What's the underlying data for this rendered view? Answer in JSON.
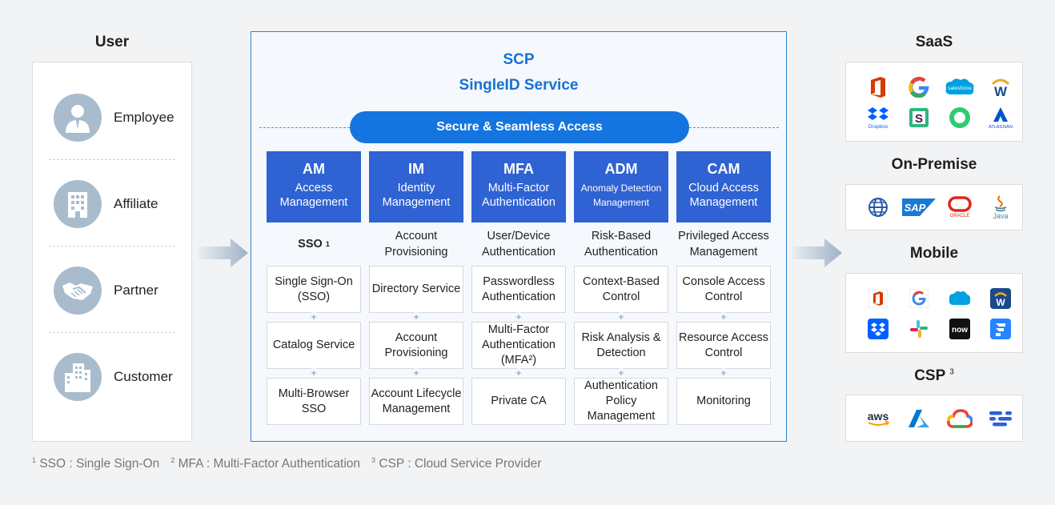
{
  "user": {
    "title": "User",
    "items": [
      {
        "label": "Employee",
        "icon": "employee-icon"
      },
      {
        "label": "Affiliate",
        "icon": "building-icon"
      },
      {
        "label": "Partner",
        "icon": "handshake-icon"
      },
      {
        "label": "Customer",
        "icon": "city-icon"
      }
    ]
  },
  "center": {
    "title_line1": "SCP",
    "title_line2": "SingleID Service",
    "pill": "Secure & Seamless Access",
    "modules": [
      {
        "abbr": "AM",
        "full": "Access Management",
        "sub": "SSO",
        "sub_sup": "1",
        "features": [
          "Single Sign-On (SSO)",
          "Catalog Service",
          "Multi-Browser SSO"
        ]
      },
      {
        "abbr": "IM",
        "full": "Identity Management",
        "sub": "Account Provisioning",
        "sub_sup": "",
        "features": [
          "Directory Service",
          "Account Provisioning",
          "Account Lifecycle Management"
        ]
      },
      {
        "abbr": "MFA",
        "full": "Multi-Factor Authentication",
        "sub": "User/Device Authentication",
        "sub_sup": "",
        "features": [
          "Passwordless Authentication",
          "Multi-Factor Authentication (MFA²)",
          "Private CA"
        ]
      },
      {
        "abbr": "ADM",
        "full": "Anomaly Detection Management",
        "sub": "Risk-Based Authentication",
        "sub_sup": "",
        "features": [
          "Context-Based Control",
          "Risk Analysis & Detection",
          "Authentication Policy Management"
        ]
      },
      {
        "abbr": "CAM",
        "full": "Cloud Access Management",
        "sub": "Privileged Access Management",
        "sub_sup": "",
        "features": [
          "Console Access Control",
          "Resource Access Control",
          "Monitoring"
        ]
      }
    ]
  },
  "right": {
    "saas": {
      "title": "SaaS",
      "logos": [
        {
          "icon": "office-icon",
          "color": "#d83b01"
        },
        {
          "icon": "google-icon",
          "color": "#4285f4"
        },
        {
          "icon": "salesforce-icon",
          "color": "#00a1e0",
          "text": "salesforce"
        },
        {
          "icon": "workday-icon",
          "color": "#f5a623"
        },
        {
          "icon": "dropbox-icon",
          "color": "#0061ff",
          "text": "Dropbox"
        },
        {
          "icon": "slack-icon",
          "color": "#4a154b"
        },
        {
          "icon": "ring-icon",
          "color": "#2ecc71"
        },
        {
          "icon": "atlassian-icon",
          "color": "#0052cc",
          "text": "ATLASSIAN"
        }
      ]
    },
    "onpremise": {
      "title": "On-Premise",
      "logos": [
        {
          "icon": "globe-icon",
          "color": "#2a5aa8"
        },
        {
          "icon": "sap-icon",
          "color": "#1a7ad3",
          "text": "SAP"
        },
        {
          "icon": "oracle-icon",
          "color": "#e0261b",
          "text": "ORACLE"
        },
        {
          "icon": "java-icon",
          "color": "#e76f00",
          "text": "Java"
        }
      ]
    },
    "mobile": {
      "title": "Mobile",
      "logos": [
        {
          "icon": "office-app-icon",
          "color": "#d83b01"
        },
        {
          "icon": "google-app-icon",
          "color": "#4285f4"
        },
        {
          "icon": "salesforce-app-icon",
          "color": "#00a1e0"
        },
        {
          "icon": "workday-app-icon",
          "color": "#1a4a8a"
        },
        {
          "icon": "dropbox-app-icon",
          "color": "#0061ff"
        },
        {
          "icon": "slack-app-icon",
          "color": "#e01e5a"
        },
        {
          "icon": "servicenow-app-icon",
          "color": "#111111",
          "text": "now"
        },
        {
          "icon": "jira-app-icon",
          "color": "#2684ff"
        }
      ]
    },
    "csp": {
      "title": "CSP",
      "title_sup": "3",
      "logos": [
        {
          "icon": "aws-icon",
          "color": "#232f3e",
          "text": "aws"
        },
        {
          "icon": "azure-icon",
          "color": "#0078d4"
        },
        {
          "icon": "gcp-icon",
          "color": "#ea4335"
        },
        {
          "icon": "naver-cloud-icon",
          "color": "#2f5fd6"
        }
      ]
    }
  },
  "footnotes": [
    {
      "sup": "1",
      "text": "SSO : Single Sign-On"
    },
    {
      "sup": "2",
      "text": "MFA : Multi-Factor Authentication"
    },
    {
      "sup": "3",
      "text": "CSP : Cloud Service Provider"
    }
  ]
}
